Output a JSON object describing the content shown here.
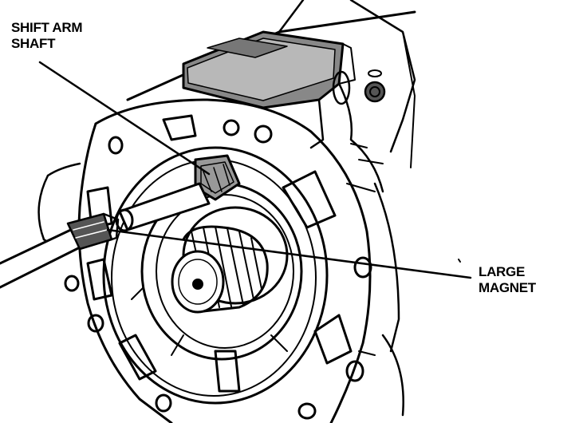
{
  "labels": {
    "shift_arm_shaft": {
      "line1": "SHIFT ARM",
      "line2": "SHAFT"
    },
    "large_magnet": {
      "line1": "LARGE",
      "line2": "MAGNET"
    }
  },
  "colors": {
    "ink": "#000000",
    "paper": "#ffffff"
  }
}
